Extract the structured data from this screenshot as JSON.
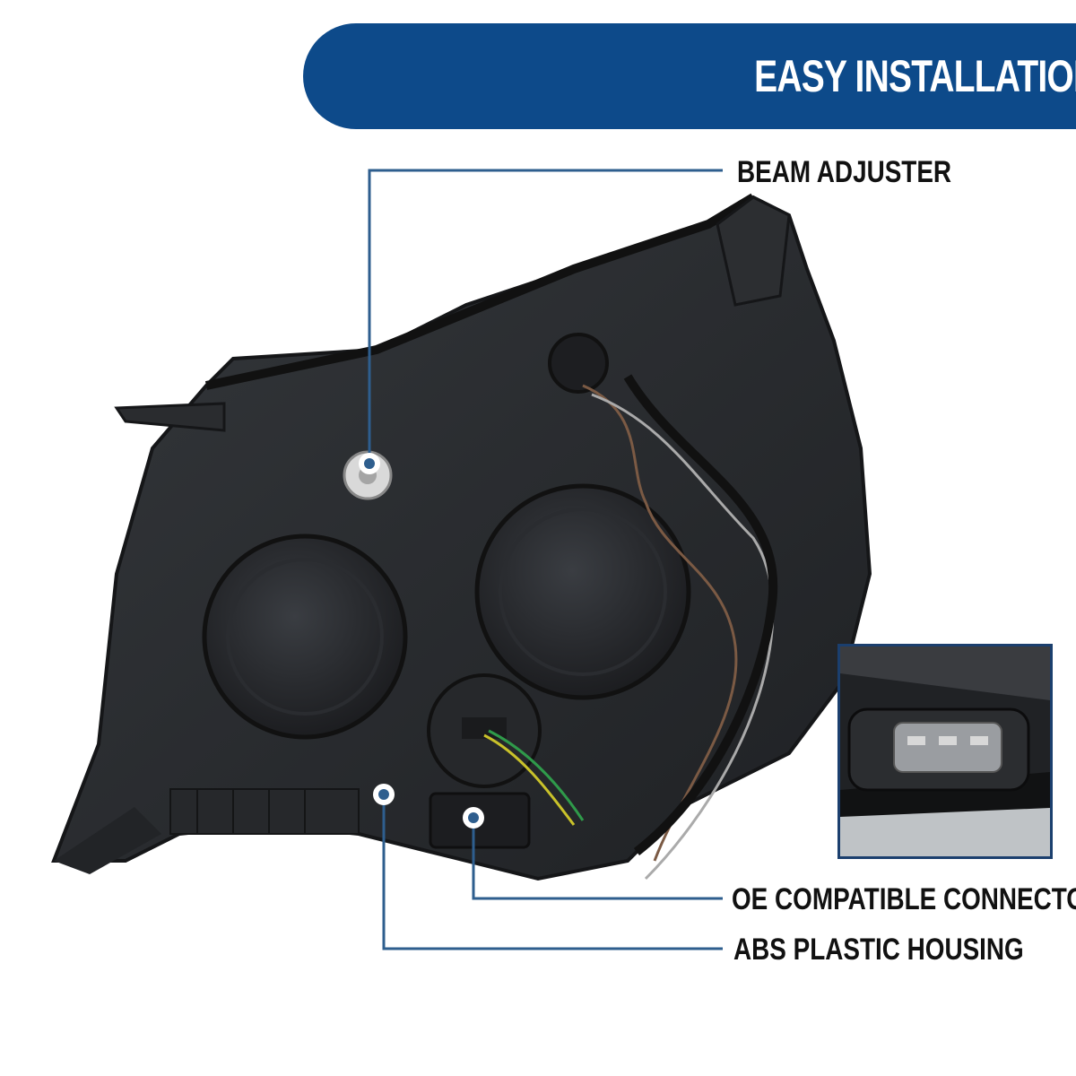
{
  "banner": {
    "title": "EASY INSTALLATION"
  },
  "callouts": {
    "beam_adjuster": "BEAM ADJUSTER",
    "connector": "OE COMPATIBLE CONNECTOR",
    "housing": "ABS PLASTIC HOUSING"
  },
  "colors": {
    "brand_blue": "#0d4a8a",
    "callout_line": "#2e5e8e",
    "housing_dark": "#2b2d30"
  }
}
